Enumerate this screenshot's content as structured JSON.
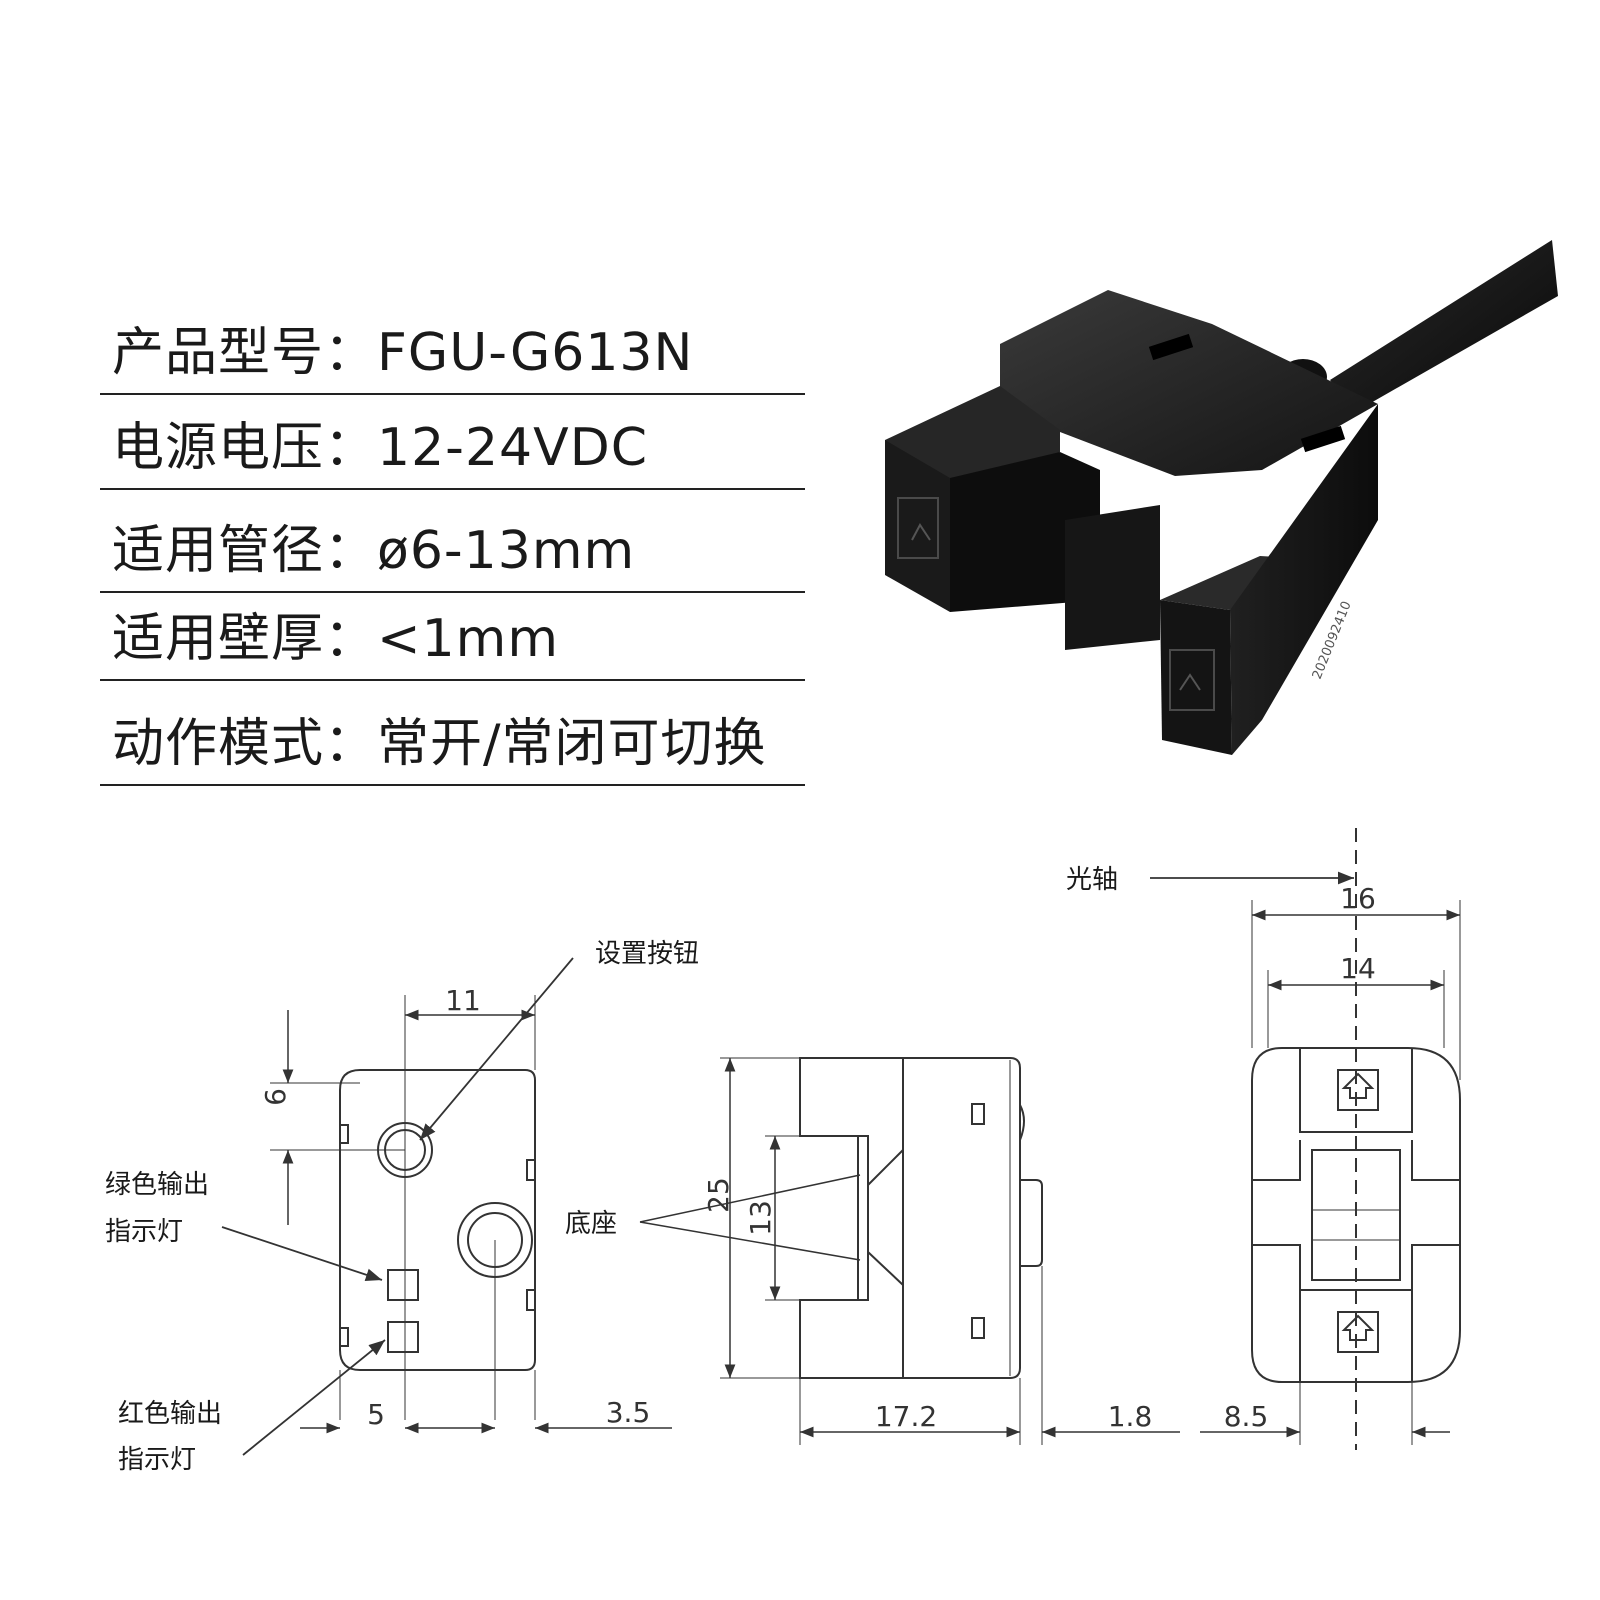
{
  "specs": [
    {
      "label": "产品型号：",
      "value": "FGU-G613N"
    },
    {
      "label": "电源电压：",
      "value": "12-24VDC"
    },
    {
      "label": "适用管径：",
      "value": "ø6-13mm"
    },
    {
      "label": "适用壁厚：",
      "value": "<1mm"
    },
    {
      "label": "动作模式：",
      "value": "常开/常闭可切换"
    }
  ],
  "product": {
    "serial_text": "2020092410"
  },
  "callouts": {
    "set_button": "设置按钮",
    "green_led_line1": "绿色输出",
    "green_led_line2": "指示灯",
    "red_led_line1": "红色输出",
    "red_led_line2": "指示灯",
    "base": "底座",
    "optical_axis": "光轴"
  },
  "dimensions": {
    "d11": "11",
    "d6": "6",
    "d5": "5",
    "d3_5": "3.5",
    "d25": "25",
    "d13": "13",
    "d17_2": "17.2",
    "d1_8": "1.8",
    "d8_5": "8.5",
    "d16": "16",
    "d14": "14"
  }
}
